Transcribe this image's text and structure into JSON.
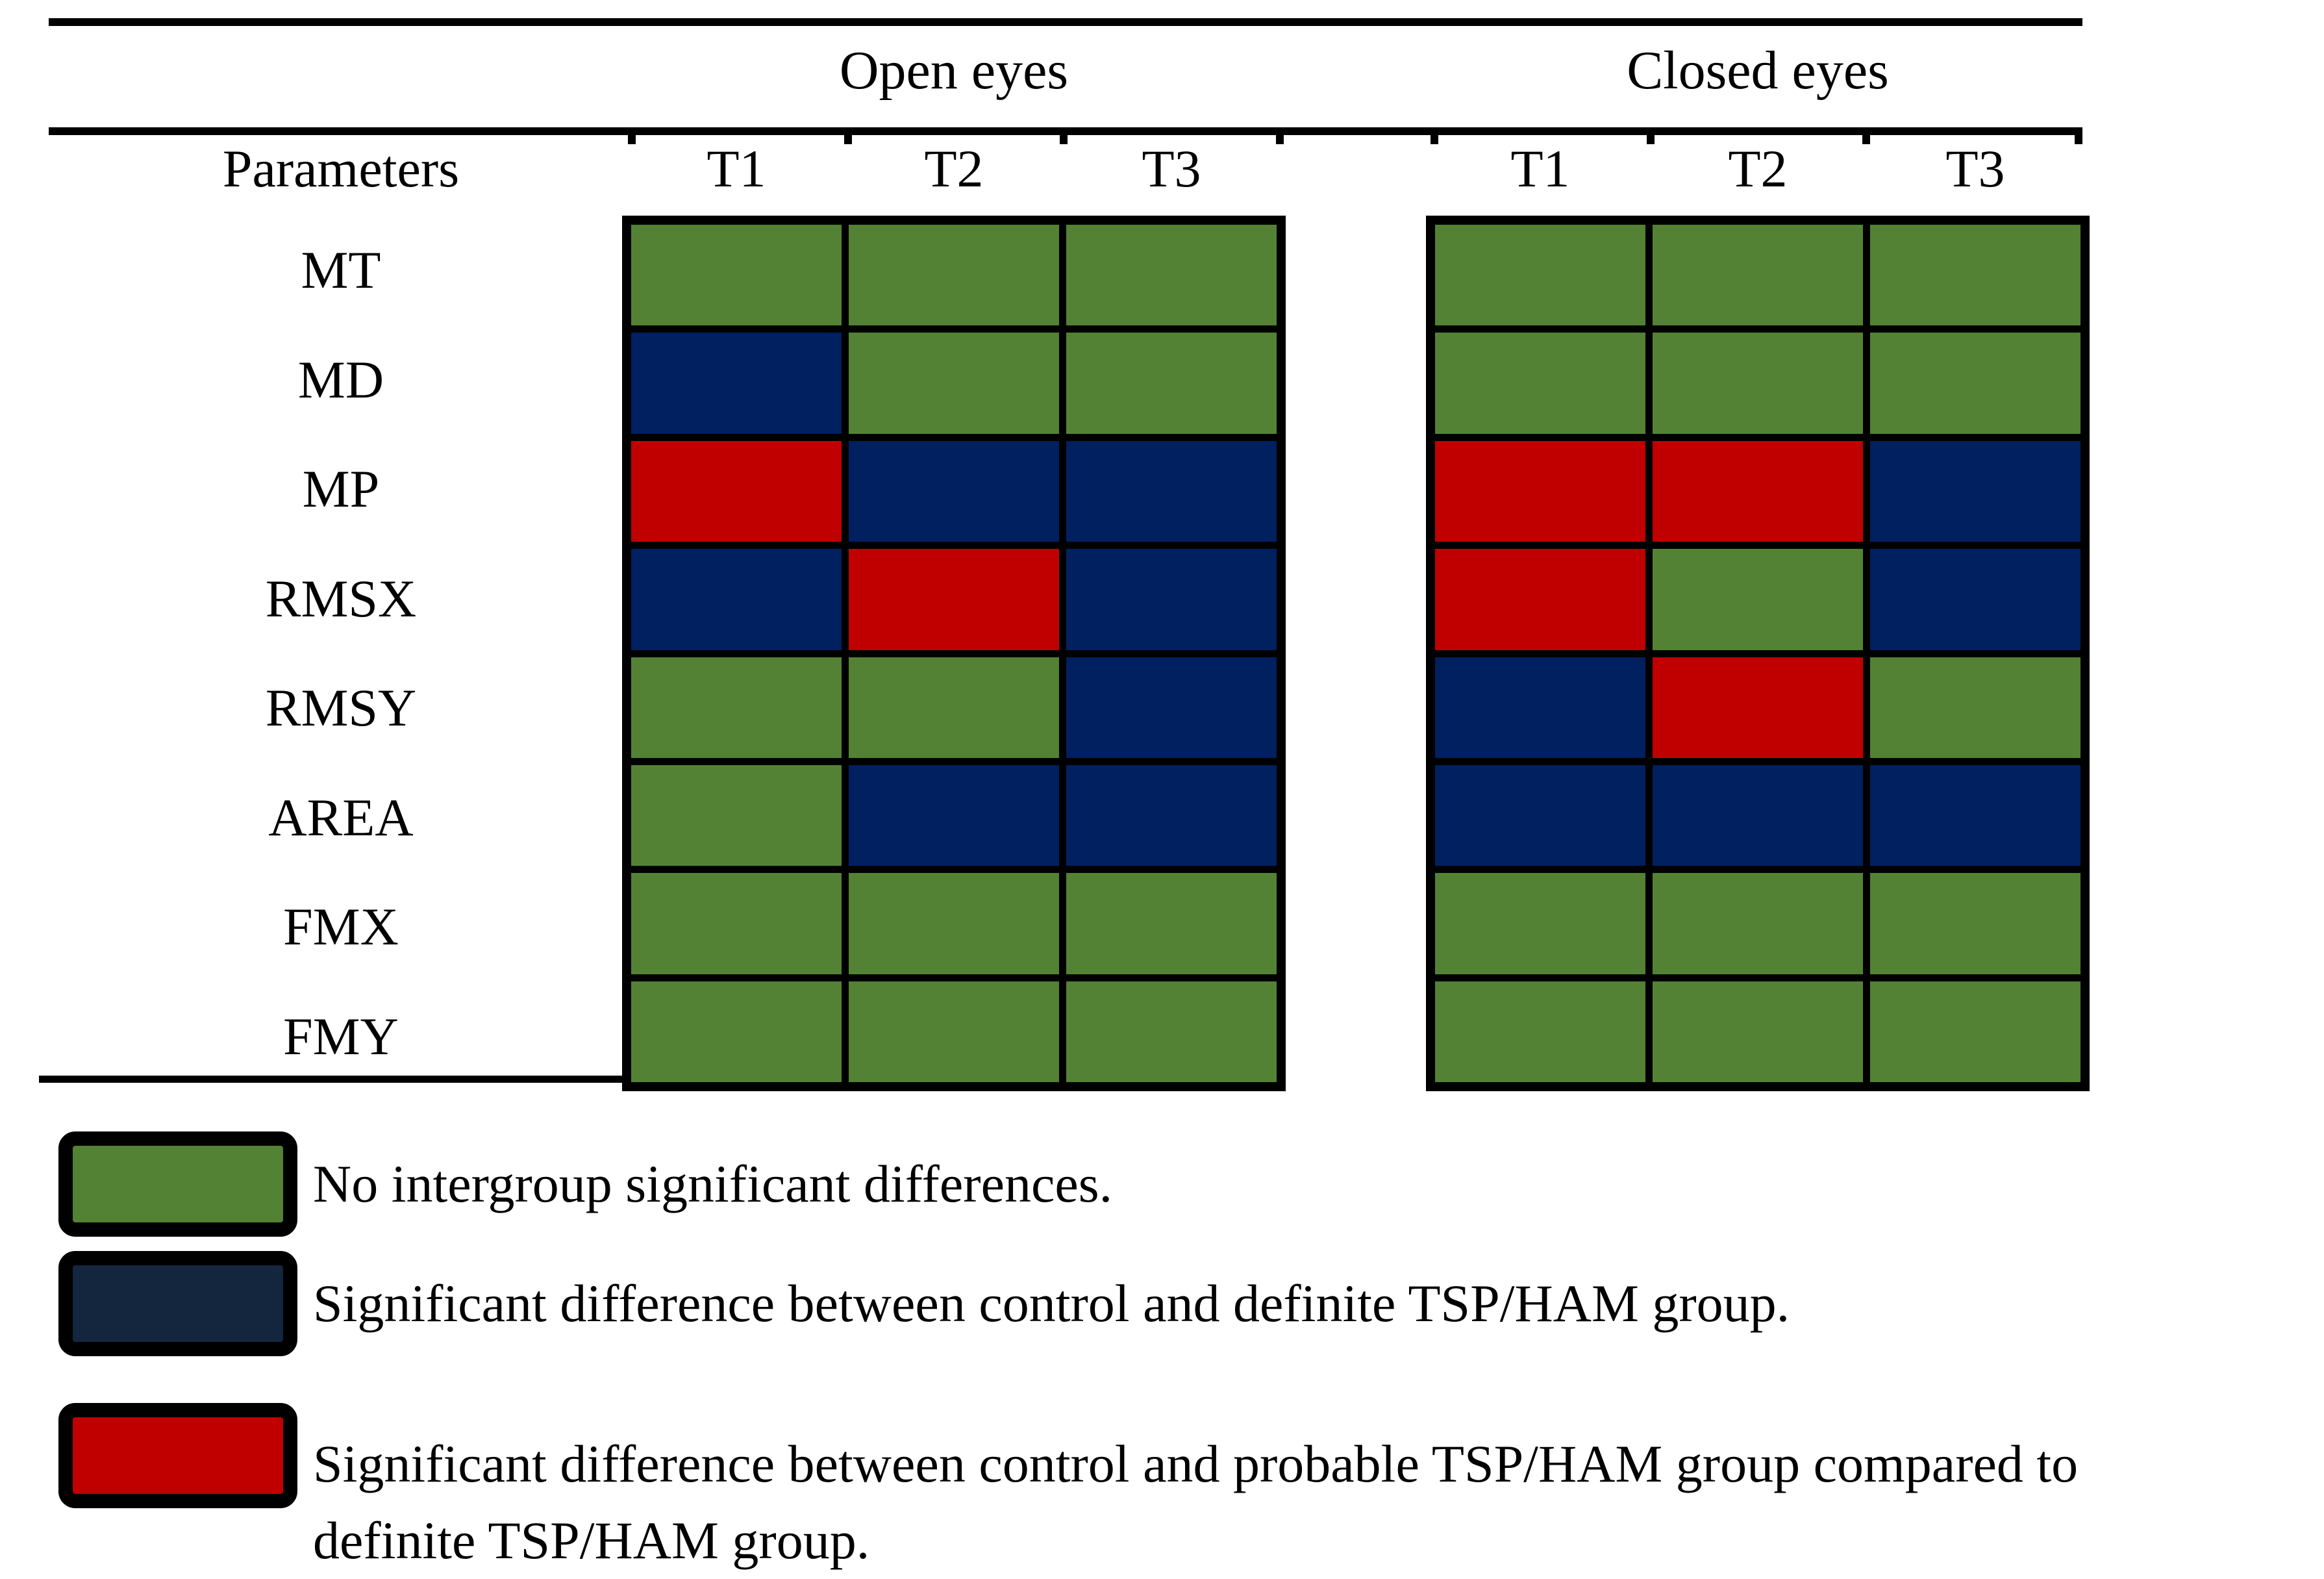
{
  "chart_data": {
    "type": "heatmap",
    "parameters_header": "Parameters",
    "rows": [
      "MT",
      "MD",
      "MP",
      "RMSX",
      "RMSY",
      "AREA",
      "FMX",
      "FMY"
    ],
    "column_groups": [
      {
        "name": "Open eyes",
        "columns": [
          "T1",
          "T2",
          "T3"
        ],
        "cells": [
          [
            "green",
            "green",
            "green"
          ],
          [
            "blue",
            "green",
            "green"
          ],
          [
            "red",
            "blue",
            "blue"
          ],
          [
            "blue",
            "red",
            "blue"
          ],
          [
            "green",
            "green",
            "blue"
          ],
          [
            "green",
            "blue",
            "blue"
          ],
          [
            "green",
            "green",
            "green"
          ],
          [
            "green",
            "green",
            "green"
          ]
        ]
      },
      {
        "name": "Closed eyes",
        "columns": [
          "T1",
          "T2",
          "T3"
        ],
        "cells": [
          [
            "green",
            "green",
            "green"
          ],
          [
            "green",
            "green",
            "green"
          ],
          [
            "red",
            "red",
            "blue"
          ],
          [
            "red",
            "green",
            "blue"
          ],
          [
            "blue",
            "red",
            "green"
          ],
          [
            "blue",
            "blue",
            "blue"
          ],
          [
            "green",
            "green",
            "green"
          ],
          [
            "green",
            "green",
            "green"
          ]
        ]
      }
    ],
    "colors": {
      "green": "#538234",
      "blue": "#00205F",
      "red": "#C00000",
      "legend_blue": "#14263E",
      "grid_line": "#000000"
    },
    "legend": {
      "position": "bottom",
      "items": [
        {
          "color_key": "green",
          "lines": [
            "No intergroup significant differences."
          ]
        },
        {
          "color_key": "legend_blue",
          "lines": [
            "Significant difference between control and definite TSP/HAM group."
          ]
        },
        {
          "color_key": "red",
          "lines": [
            "Significant difference between control and probable TSP/HAM group compared to",
            "definite TSP/HAM group."
          ]
        }
      ]
    }
  }
}
